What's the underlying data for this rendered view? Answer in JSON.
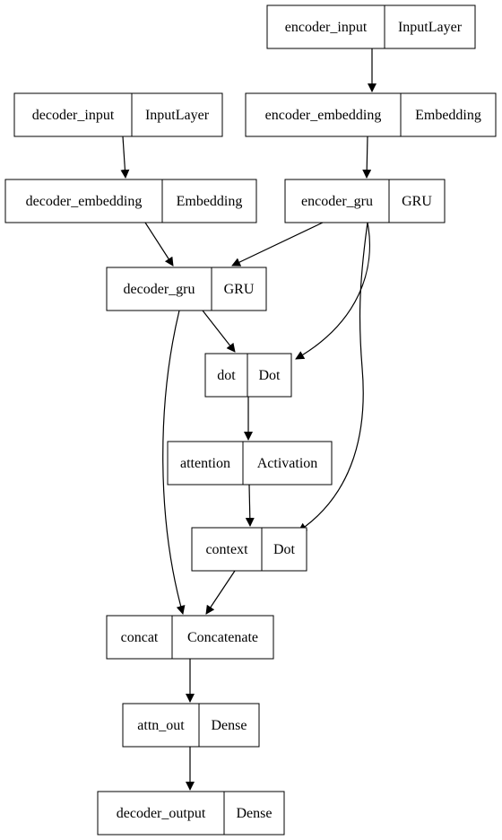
{
  "colors": {
    "background": "#ffffff",
    "stroke": "#000000",
    "text": "#000000"
  },
  "nodes": [
    {
      "id": "encoder_input",
      "name": "encoder_input",
      "type": "InputLayer"
    },
    {
      "id": "decoder_input",
      "name": "decoder_input",
      "type": "InputLayer"
    },
    {
      "id": "encoder_embedding",
      "name": "encoder_embedding",
      "type": "Embedding"
    },
    {
      "id": "decoder_embedding",
      "name": "decoder_embedding",
      "type": "Embedding"
    },
    {
      "id": "encoder_gru",
      "name": "encoder_gru",
      "type": "GRU"
    },
    {
      "id": "decoder_gru",
      "name": "decoder_gru",
      "type": "GRU"
    },
    {
      "id": "dot",
      "name": "dot",
      "type": "Dot"
    },
    {
      "id": "attention",
      "name": "attention",
      "type": "Activation"
    },
    {
      "id": "context",
      "name": "context",
      "type": "Dot"
    },
    {
      "id": "concat",
      "name": "concat",
      "type": "Concatenate"
    },
    {
      "id": "attn_out",
      "name": "attn_out",
      "type": "Dense"
    },
    {
      "id": "decoder_output",
      "name": "decoder_output",
      "type": "Dense"
    }
  ],
  "edges": [
    {
      "from": "encoder_input",
      "to": "encoder_embedding"
    },
    {
      "from": "decoder_input",
      "to": "decoder_embedding"
    },
    {
      "from": "encoder_embedding",
      "to": "encoder_gru"
    },
    {
      "from": "decoder_embedding",
      "to": "decoder_gru"
    },
    {
      "from": "encoder_gru",
      "to": "decoder_gru"
    },
    {
      "from": "decoder_gru",
      "to": "dot"
    },
    {
      "from": "encoder_gru",
      "to": "dot"
    },
    {
      "from": "dot",
      "to": "attention"
    },
    {
      "from": "attention",
      "to": "context"
    },
    {
      "from": "encoder_gru",
      "to": "context"
    },
    {
      "from": "decoder_gru",
      "to": "concat"
    },
    {
      "from": "context",
      "to": "concat"
    },
    {
      "from": "concat",
      "to": "attn_out"
    },
    {
      "from": "attn_out",
      "to": "decoder_output"
    }
  ]
}
